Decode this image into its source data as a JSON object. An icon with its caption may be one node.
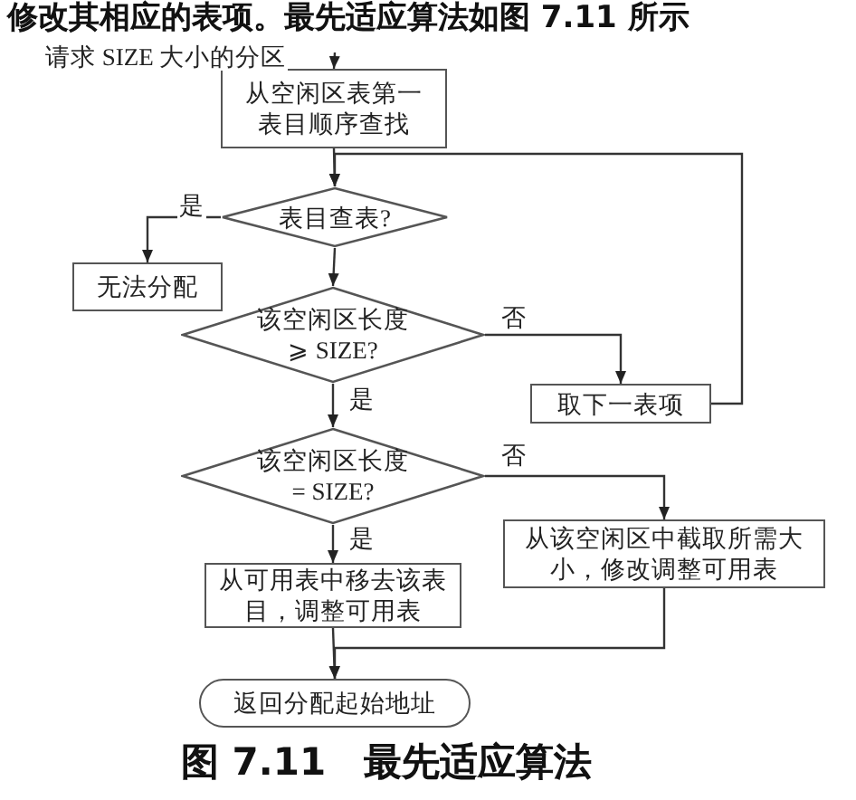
{
  "diagram": {
    "caption": "图 7.11　最先适应算法",
    "nodes": [
      {
        "text": [
          "从空闲区表第一表目顺序查找"
        ]
      },
      {
        "text": [
          "表目查表?"
        ]
      },
      {
        "text": [
          "无法分配"
        ]
      },
      {
        "text": [
          "该空闲区长度 ⩾ SIZE?"
        ]
      },
      {
        "text": [
          "取下一表项"
        ]
      },
      {
        "text": [
          "该空闲区长度 = SIZE?"
        ]
      },
      {
        "text": [
          "从可用表中移去该表目，调整可用表"
        ]
      },
      {
        "text": [
          "从该空闲区中截取所需大小，修改调整可用表"
        ]
      },
      {
        "text": [
          "返回分配起始地址"
        ]
      }
    ],
    "edges": [
      {
        "from": null,
        "to": 0,
        "arrow": "to",
        "label": "请求 SIZE 大小的分区"
      },
      {
        "from": 0,
        "to": 1,
        "arrow": "to"
      },
      {
        "from": 1,
        "to": 2,
        "arrow": "to",
        "label": "是"
      },
      {
        "from": 1,
        "to": 3,
        "arrow": "to"
      },
      {
        "from": 3,
        "to": 4,
        "arrow": "to",
        "label": "否"
      },
      {
        "from": 4,
        "to": 1,
        "arrow": "to"
      },
      {
        "from": 3,
        "to": 5,
        "arrow": "to",
        "label": "是"
      },
      {
        "from": 5,
        "to": 7,
        "arrow": "to",
        "label": "否"
      },
      {
        "from": 5,
        "to": 6,
        "arrow": "to",
        "label": "是"
      },
      {
        "from": 6,
        "to": 8,
        "arrow": "to"
      },
      {
        "from": 7,
        "to": 8,
        "arrow": "to"
      }
    ],
    "labels": [
      "修改其相应的表项。最先适应算法如图 7.11 所示"
    ]
  }
}
